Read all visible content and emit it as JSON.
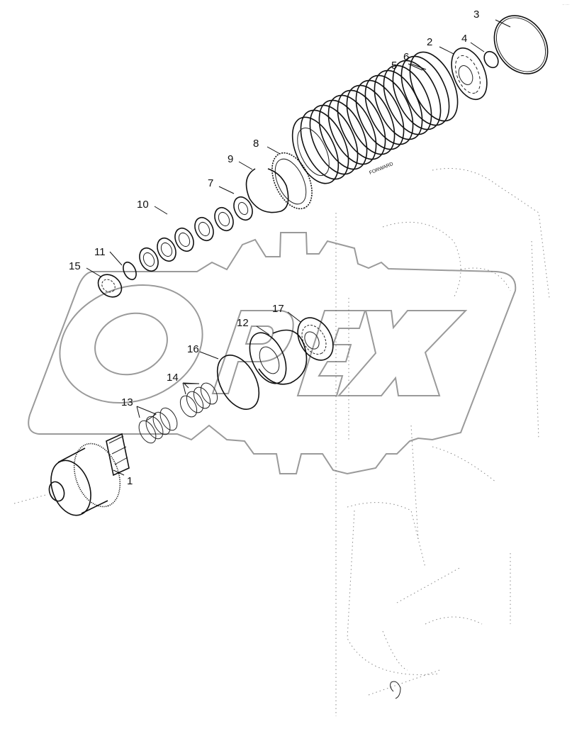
{
  "diagram": {
    "type": "exploded-parts-diagram",
    "subject": "Clutch pack / gear shaft assembly",
    "direction_label": "FORWARD",
    "watermark": {
      "text": "OPEX",
      "color": "#9a9a9a"
    },
    "colors": {
      "line": "#111111",
      "watermark": "#9a9a9a",
      "background": "#ffffff"
    },
    "callouts": [
      {
        "id": "1",
        "label": "1",
        "part": "gear-shaft"
      },
      {
        "id": "2",
        "label": "2",
        "part": "thrust-bearing-plate"
      },
      {
        "id": "3",
        "label": "3",
        "part": "large-snap-ring"
      },
      {
        "id": "4",
        "label": "4",
        "part": "small-ring"
      },
      {
        "id": "5",
        "label": "5",
        "part": "clutch-disc"
      },
      {
        "id": "6",
        "label": "6",
        "part": "clutch-plate"
      },
      {
        "id": "7",
        "label": "7",
        "part": "washer"
      },
      {
        "id": "8",
        "label": "8",
        "part": "pressure-plate"
      },
      {
        "id": "9",
        "label": "9",
        "part": "snap-ring"
      },
      {
        "id": "10",
        "label": "10",
        "part": "shim-washers"
      },
      {
        "id": "11",
        "label": "11",
        "part": "retaining-ring"
      },
      {
        "id": "12",
        "label": "12",
        "part": "piston-housing"
      },
      {
        "id": "13",
        "label": "13",
        "part": "springs-set-a"
      },
      {
        "id": "14",
        "label": "14",
        "part": "springs-set-b"
      },
      {
        "id": "15",
        "label": "15",
        "part": "bearing"
      },
      {
        "id": "16",
        "label": "16",
        "part": "seal-ring"
      },
      {
        "id": "17",
        "label": "17",
        "part": "bearing-race"
      }
    ]
  }
}
